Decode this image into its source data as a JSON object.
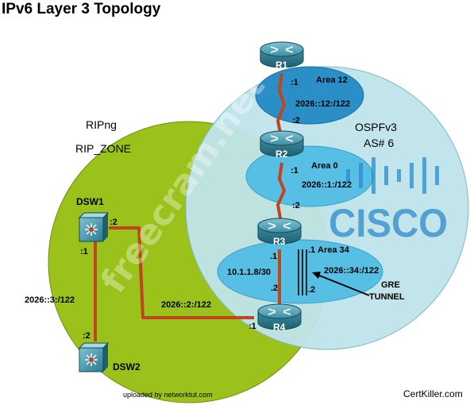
{
  "title": "IPv6 Layer 3 Topology",
  "regions": {
    "rip": {
      "protocol": "RIPng",
      "zone": "RIP_ZONE"
    },
    "ospf": {
      "protocol": "OSPFv3",
      "as": "AS# 6"
    }
  },
  "areas": {
    "area12": {
      "name": "Area 12",
      "prefix": "2026::12:/122"
    },
    "area0": {
      "name": "Area 0",
      "prefix": "2026::1:/122"
    },
    "area34": {
      "name": "Area 34",
      "prefix": "2026::34:/122",
      "ipv4": "10.1.1.8/30"
    }
  },
  "devices": {
    "r1": "R1",
    "r2": "R2",
    "r3": "R3",
    "r4": "R4",
    "dsw1": "DSW1",
    "dsw2": "DSW2"
  },
  "links": {
    "rip_dsw": "2026::3:/122",
    "rip_r4": "2026::2:/122"
  },
  "interfaces": {
    "r1_down": ":1",
    "r2_up": ":2",
    "r2_down": ":1",
    "r3_up": ":2",
    "r3_left": ".1",
    "r4_left": ".2",
    "r3_right": ".1",
    "r4_right": ".2",
    "dsw1_right": ":2",
    "dsw1_down": ":1",
    "dsw2_up": ":2",
    "r4_rip": ":1"
  },
  "tunnel": {
    "line1": "GRE",
    "line2": "TUNNEL"
  },
  "watermark": "freecram.net",
  "logo": "CISCO",
  "footer": {
    "upload": "uploaded by networktut.com",
    "site": "CertKiller.com"
  },
  "colors": {
    "rip_zone": "#9ac21a",
    "ospf_zone": "#bfe4ea",
    "area12": "#2a8fc6",
    "area_light": "#58bfe4",
    "link": "#c0451e",
    "router": "#3d8fa3"
  }
}
